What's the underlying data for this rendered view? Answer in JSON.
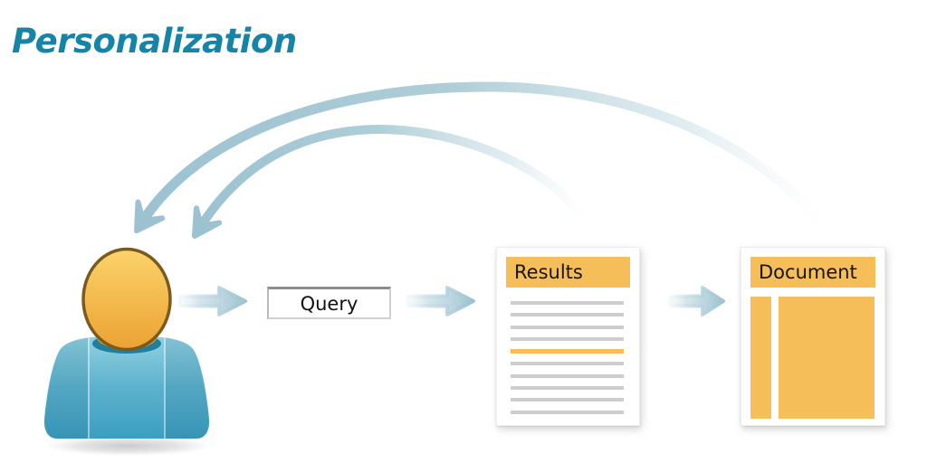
{
  "title": "Personalization",
  "flow": {
    "query": {
      "value": "Query"
    },
    "results": {
      "title": "Results",
      "lines": [
        "normal",
        "normal",
        "normal",
        "normal",
        "highlight",
        "normal",
        "normal",
        "normal",
        "normal",
        "normal"
      ]
    },
    "document": {
      "title": "Document"
    }
  },
  "colors": {
    "title_teal": "#1584A6",
    "accent_orange": "#F5BE59",
    "arrow_blue": "#9CC2D1",
    "line_gray": "#CDCDCD"
  }
}
